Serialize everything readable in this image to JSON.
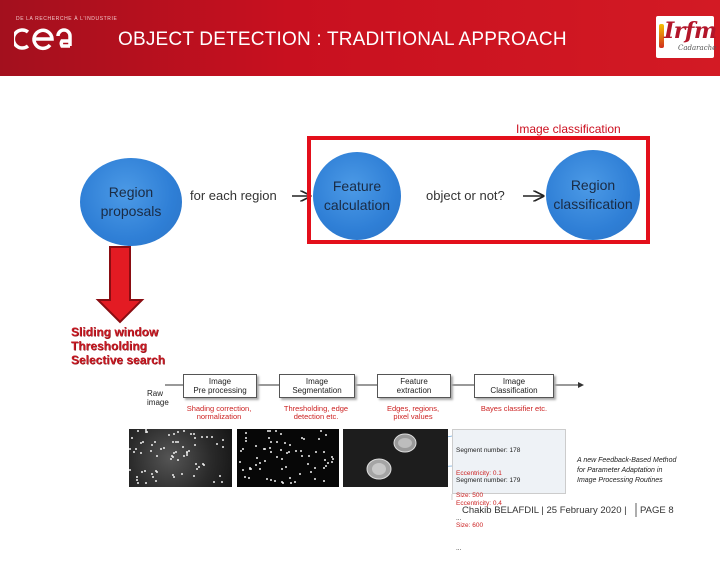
{
  "header": {
    "org_tagline": "DE LA RECHERCHE À L'INDUSTRIE",
    "org_logo": "cea",
    "title": "OBJECT DETECTION : TRADITIONAL APPROACH",
    "partner_logo": "irfm",
    "partner_subtitle": "Cadarache"
  },
  "diagram": {
    "highlight_label": "Image classification",
    "nodes": [
      {
        "id": "region-proposals",
        "line1": "Region",
        "line2": "proposals"
      },
      {
        "id": "feature-calculation",
        "line1": "Feature",
        "line2": "calculation"
      },
      {
        "id": "region-classification",
        "line1": "Region",
        "line2": "classification"
      }
    ],
    "edges": [
      {
        "label": "for each region"
      },
      {
        "label": "object or not?"
      }
    ],
    "methods": [
      "Sliding window",
      "Thresholding",
      "Selective search"
    ]
  },
  "pipeline": {
    "input_label": [
      "Raw",
      "image"
    ],
    "steps": [
      {
        "l1": "Image",
        "l2": "Pre processing",
        "sub1": "Shading correction,",
        "sub2": "normalization"
      },
      {
        "l1": "Image",
        "l2": "Segmentation",
        "sub1": "Thresholding, edge",
        "sub2": "detection etc."
      },
      {
        "l1": "Feature",
        "l2": "extraction",
        "sub1": "Edges, regions,",
        "sub2": "pixel values"
      },
      {
        "l1": "Image",
        "l2": "Classification",
        "sub1": "Bayes classifier etc.",
        "sub2": ""
      }
    ],
    "segments": [
      {
        "number": "Segment number: 178",
        "ecc": "Eccentricity: 0.1",
        "size": "Size: 500",
        "more": "..."
      },
      {
        "number": "Segment number: 179",
        "ecc": "Eccentricity: 0.4",
        "size": "Size: 600",
        "more": "..."
      }
    ]
  },
  "reference": [
    "A new Feedback-Based Method",
    "for Parameter Adaptation in",
    "Image Processing Routines"
  ],
  "footer": {
    "text": "Chakib BELAFDIL | 25 February 2020 |",
    "page": "PAGE 8"
  },
  "colors": {
    "header_red": "#c8101f",
    "node_blue": "#2f7fd6",
    "highlight_red": "#e30f1b"
  }
}
